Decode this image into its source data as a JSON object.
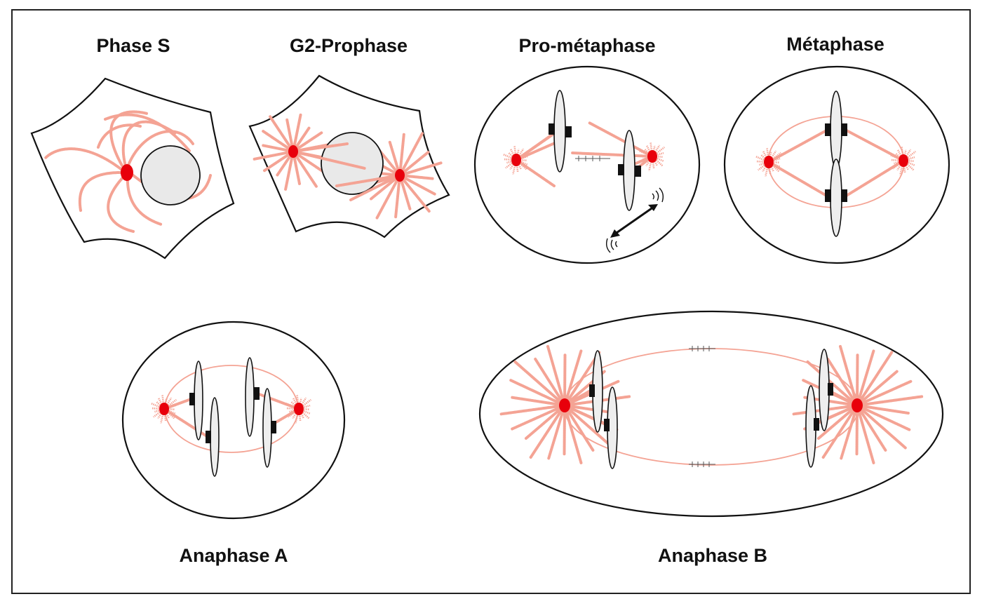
{
  "panels": {
    "phase_s": "Phase S",
    "g2_prophase": "G2-Prophase",
    "prometaphase": "Pro-métaphase",
    "metaphase": "Métaphase",
    "anaphase_a": "Anaphase A",
    "anaphase_b": "Anaphase B"
  },
  "colors": {
    "centrosome": "#e8000b",
    "microtubule": "#f4a394",
    "outline": "#111111",
    "chromosome_fill": "#eeeeee"
  }
}
